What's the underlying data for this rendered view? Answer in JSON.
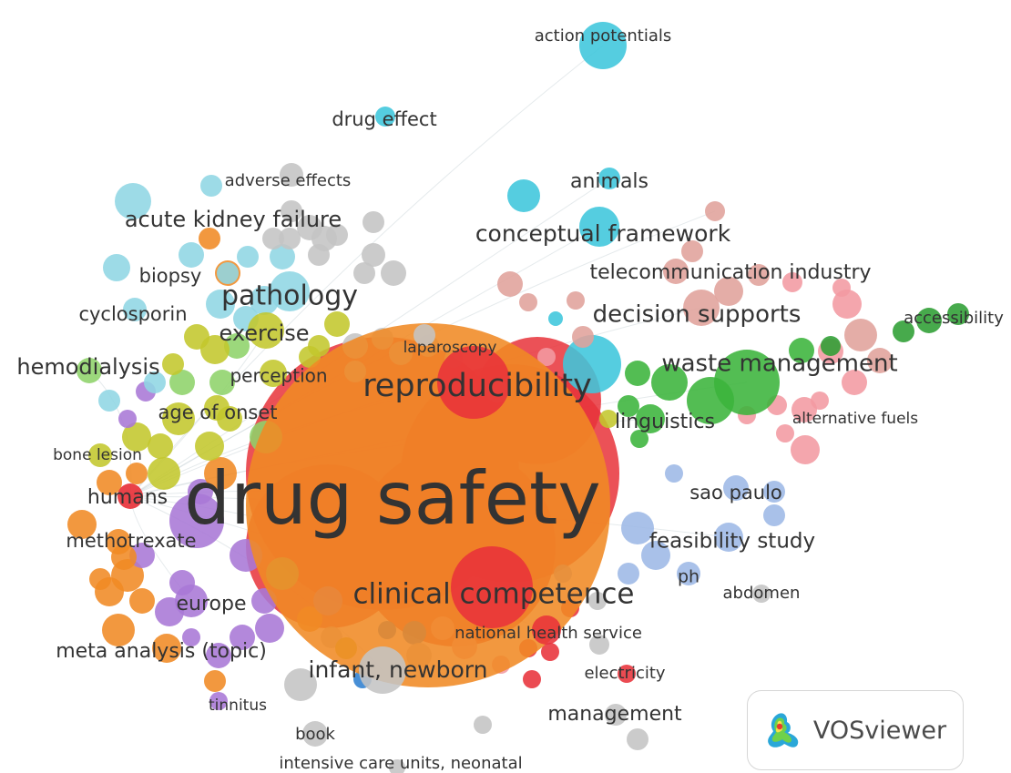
{
  "app": {
    "logo_text": "VOSviewer",
    "logo_icon": "vosviewer-heatmap-logo"
  },
  "colors": {
    "red": "#e8323a",
    "cyan": "#3ec6dc",
    "lightcyan": "#8fd6e4",
    "green": "#3bb43b",
    "lightgreen": "#8ed36a",
    "olive": "#c3c72c",
    "orange": "#f08a24",
    "purple": "#a878d6",
    "pink": "#f29aa2",
    "rose": "#e0a29b",
    "blue": "#9db8e6",
    "darkblue": "#2f7fd0",
    "grey": "#c4c4c4",
    "darkgreen": "#2e9e33"
  },
  "terms": [
    {
      "label": "action potentials",
      "cluster": "cyan"
    },
    {
      "label": "drug effect",
      "cluster": "cyan"
    },
    {
      "label": "adverse effects",
      "cluster": "grey"
    },
    {
      "label": "animals",
      "cluster": "cyan"
    },
    {
      "label": "acute kidney failure",
      "cluster": "lightcyan"
    },
    {
      "label": "conceptual framework",
      "cluster": "cyan"
    },
    {
      "label": "telecommunication industry",
      "cluster": "rose"
    },
    {
      "label": "biopsy",
      "cluster": "lightcyan"
    },
    {
      "label": "pathology",
      "cluster": "lightcyan"
    },
    {
      "label": "decision supports",
      "cluster": "rose"
    },
    {
      "label": "accessibility",
      "cluster": "darkgreen"
    },
    {
      "label": "cyclosporin",
      "cluster": "lightcyan"
    },
    {
      "label": "exercise",
      "cluster": "olive"
    },
    {
      "label": "laparoscopy",
      "cluster": "grey"
    },
    {
      "label": "hemodialysis",
      "cluster": "lightgreen"
    },
    {
      "label": "perception",
      "cluster": "olive"
    },
    {
      "label": "reproducibility",
      "cluster": "red"
    },
    {
      "label": "waste management",
      "cluster": "green"
    },
    {
      "label": "age of onset",
      "cluster": "olive"
    },
    {
      "label": "linguistics",
      "cluster": "green"
    },
    {
      "label": "alternative fuels",
      "cluster": "pink"
    },
    {
      "label": "bone lesion",
      "cluster": "olive"
    },
    {
      "label": "humans",
      "cluster": "red"
    },
    {
      "label": "sao paulo",
      "cluster": "blue"
    },
    {
      "label": "drug safety",
      "cluster": "orange"
    },
    {
      "label": "methotrexate",
      "cluster": "orange"
    },
    {
      "label": "feasibility study",
      "cluster": "blue"
    },
    {
      "label": "ph",
      "cluster": "blue"
    },
    {
      "label": "abdomen",
      "cluster": "grey"
    },
    {
      "label": "clinical competence",
      "cluster": "red"
    },
    {
      "label": "europe",
      "cluster": "purple"
    },
    {
      "label": "national health service",
      "cluster": "red"
    },
    {
      "label": "meta analysis (topic)",
      "cluster": "orange"
    },
    {
      "label": "infant, newborn",
      "cluster": "grey"
    },
    {
      "label": "electricity",
      "cluster": "red"
    },
    {
      "label": "tinnitus",
      "cluster": "purple"
    },
    {
      "label": "management",
      "cluster": "grey"
    },
    {
      "label": "book",
      "cluster": "grey"
    },
    {
      "label": "intensive care units, neonatal",
      "cluster": "grey"
    }
  ]
}
